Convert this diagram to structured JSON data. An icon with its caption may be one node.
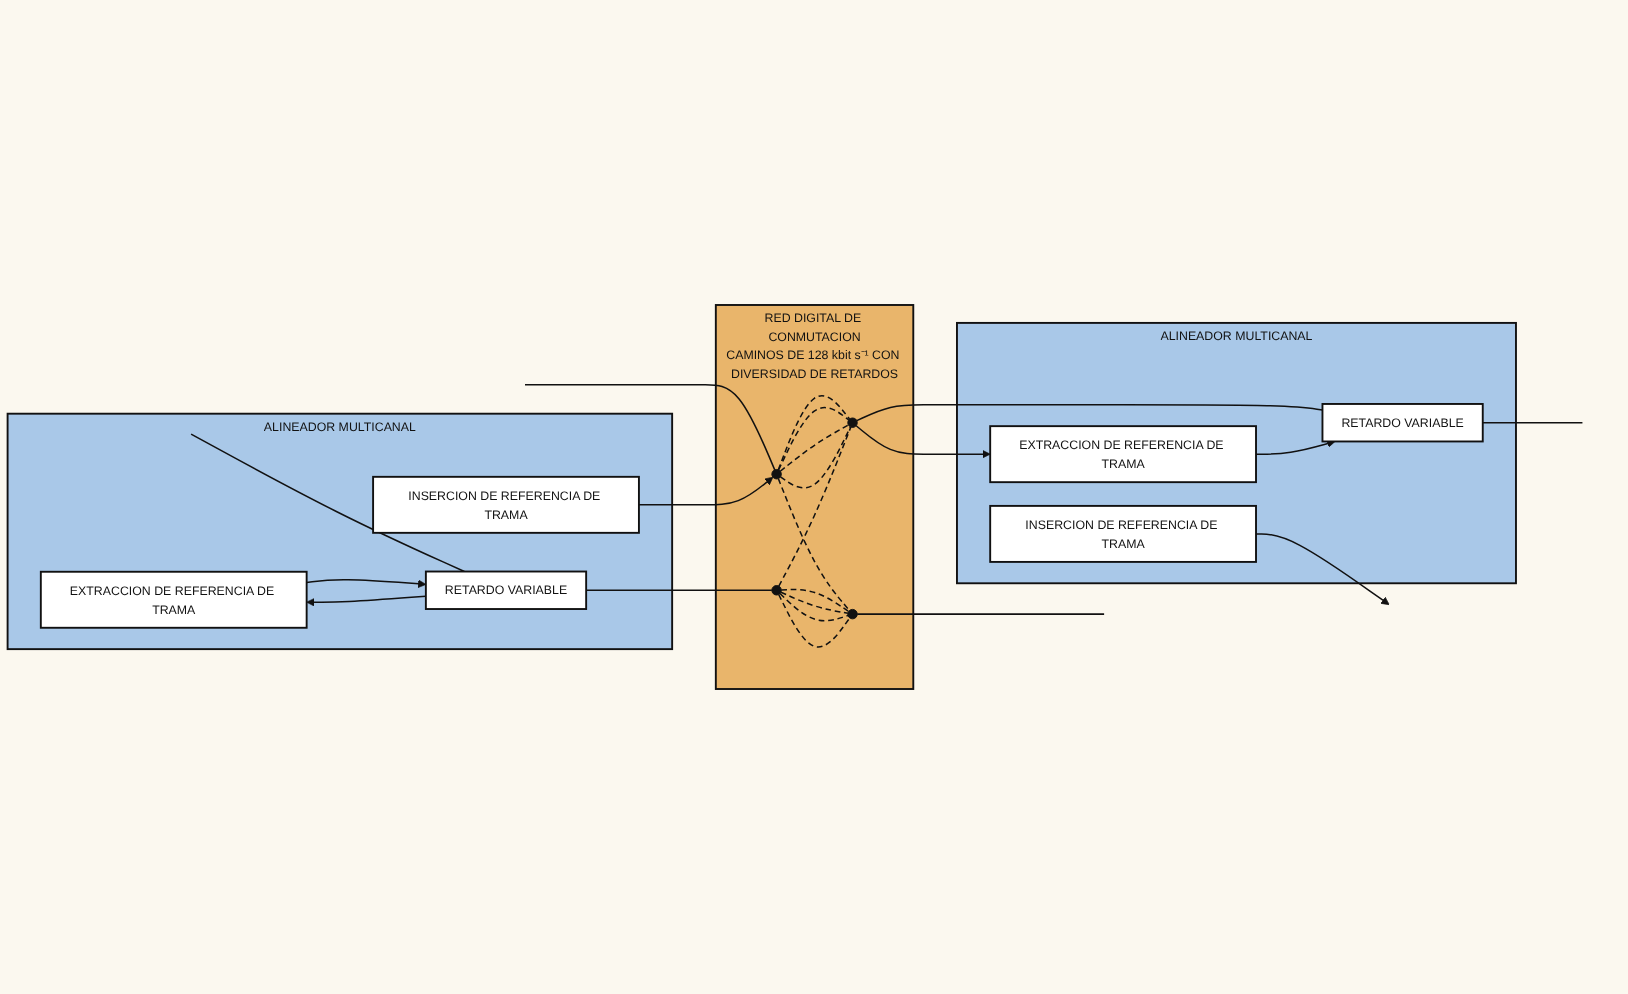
{
  "diagram": {
    "nodes": [
      {
        "text": [
          "ALINEADOR MULTICANAL"
        ]
      },
      {
        "text": [
          "INSERCION DE REFERENCIA DE TRAMA"
        ],
        "in": 0
      },
      {
        "text": [
          "EXTRACCION DE REFERENCIA DE TRAMA"
        ],
        "in": 0
      },
      {
        "text": [
          "RETARDO VARIABLE"
        ],
        "in": 0
      },
      {
        "text": [
          "RED DIGITAL DE CONMUTACION",
          "CAMINOS DE 128 kbit s⁻¹ CON DIVERSIDAD DE RETARDOS"
        ]
      },
      {
        "text": [],
        "shape": "circle",
        "in": 4
      },
      {
        "text": [],
        "shape": "circle",
        "in": 4
      },
      {
        "text": [],
        "shape": "circle",
        "in": 4
      },
      {
        "text": [],
        "shape": "circle",
        "in": 4
      },
      {
        "text": [
          "ALINEADOR MULTICANAL"
        ]
      },
      {
        "text": [
          "RETARDO VARIABLE"
        ],
        "in": 9
      },
      {
        "text": [
          "EXTRACCION DE REFERENCIA DE TRAMA"
        ],
        "in": 9
      },
      {
        "text": [
          "INSERCION DE REFERENCIA DE TRAMA"
        ],
        "in": 9
      }
    ],
    "edges": [
      {
        "from": null,
        "to": 5,
        "arrow": "none"
      },
      {
        "from": 1,
        "to": 5,
        "arrow": "to"
      },
      {
        "from": null,
        "to": 3,
        "arrow": "none"
      },
      {
        "from": 2,
        "to": 3,
        "arrow": "to"
      },
      {
        "from": 3,
        "to": 2,
        "arrow": "to"
      },
      {
        "from": 3,
        "to": 7,
        "arrow": "none"
      },
      {
        "from": 5,
        "to": 6,
        "arrow": "none",
        "style": "dashed"
      },
      {
        "from": 5,
        "to": 6,
        "arrow": "none",
        "style": "dashed"
      },
      {
        "from": 5,
        "to": 6,
        "arrow": "none",
        "style": "dashed"
      },
      {
        "from": 5,
        "to": 6,
        "arrow": "none",
        "style": "dashed"
      },
      {
        "from": 5,
        "to": 8,
        "arrow": "none",
        "style": "dashed"
      },
      {
        "from": 7,
        "to": 6,
        "arrow": "none",
        "style": "dashed"
      },
      {
        "from": 7,
        "to": 8,
        "arrow": "none",
        "style": "dashed"
      },
      {
        "from": 7,
        "to": 8,
        "arrow": "none",
        "style": "dashed"
      },
      {
        "from": 7,
        "to": 8,
        "arrow": "none",
        "style": "dashed"
      },
      {
        "from": 7,
        "to": 8,
        "arrow": "none",
        "style": "dashed"
      },
      {
        "from": 6,
        "to": 10,
        "arrow": "none"
      },
      {
        "from": 6,
        "to": 11,
        "arrow": "to"
      },
      {
        "from": 11,
        "to": 10,
        "arrow": "to"
      },
      {
        "from": 10,
        "to": null,
        "arrow": "none"
      },
      {
        "from": 8,
        "to": null,
        "arrow": "none"
      },
      {
        "from": 12,
        "to": null,
        "arrow": "to"
      }
    ]
  }
}
